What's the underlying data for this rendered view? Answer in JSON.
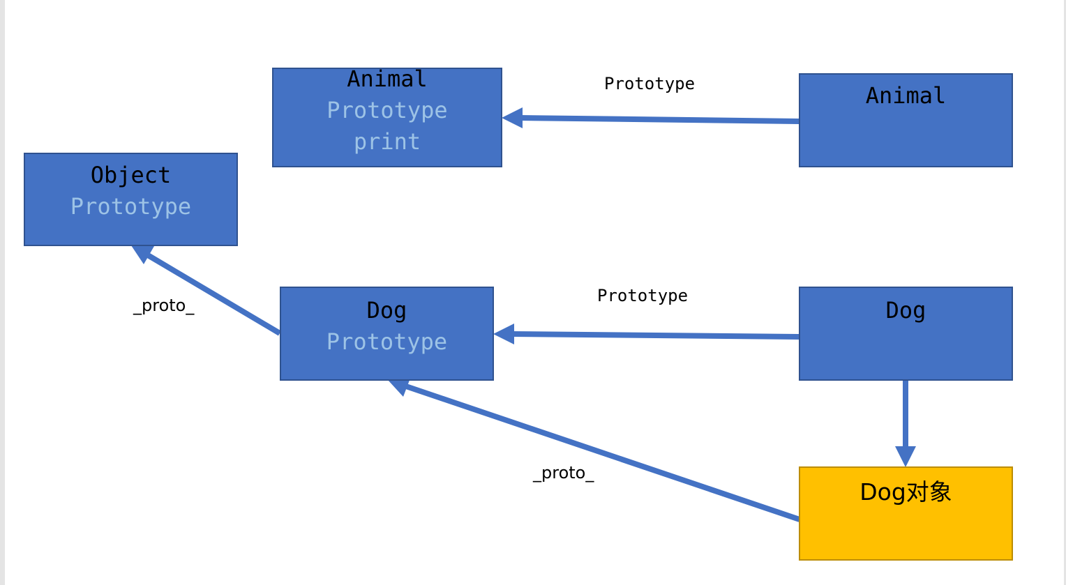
{
  "nodes": {
    "animal_prototype": {
      "title": "Animal",
      "sub1": "Prototype",
      "sub2": "print"
    },
    "animal": {
      "title": "Animal"
    },
    "object_prototype": {
      "title": "Object",
      "sub1": "Prototype"
    },
    "dog_prototype": {
      "title": "Dog",
      "sub1": "Prototype"
    },
    "dog": {
      "title": "Dog"
    },
    "dog_object": {
      "title": "Dog对象"
    }
  },
  "edge_labels": {
    "animal_prototype": "Prototype",
    "dog_prototype": "Prototype",
    "dog_proto": "_proto_",
    "dog_object_proto": "_proto_"
  },
  "edges": [
    {
      "from": "animal",
      "to": "animal_prototype",
      "label": "Prototype"
    },
    {
      "from": "dog",
      "to": "dog_prototype",
      "label": "Prototype"
    },
    {
      "from": "dog_prototype",
      "to": "object_prototype",
      "label": "_proto_"
    },
    {
      "from": "dog_object",
      "to": "dog_prototype",
      "label": "_proto_"
    },
    {
      "from": "dog",
      "to": "dog_object",
      "label": ""
    }
  ],
  "colors": {
    "node_fill": "#4472c4",
    "node_border": "#2f528f",
    "node_sub_text": "#9dc3e6",
    "instance_fill": "#ffc000",
    "arrow": "#4472c4"
  }
}
